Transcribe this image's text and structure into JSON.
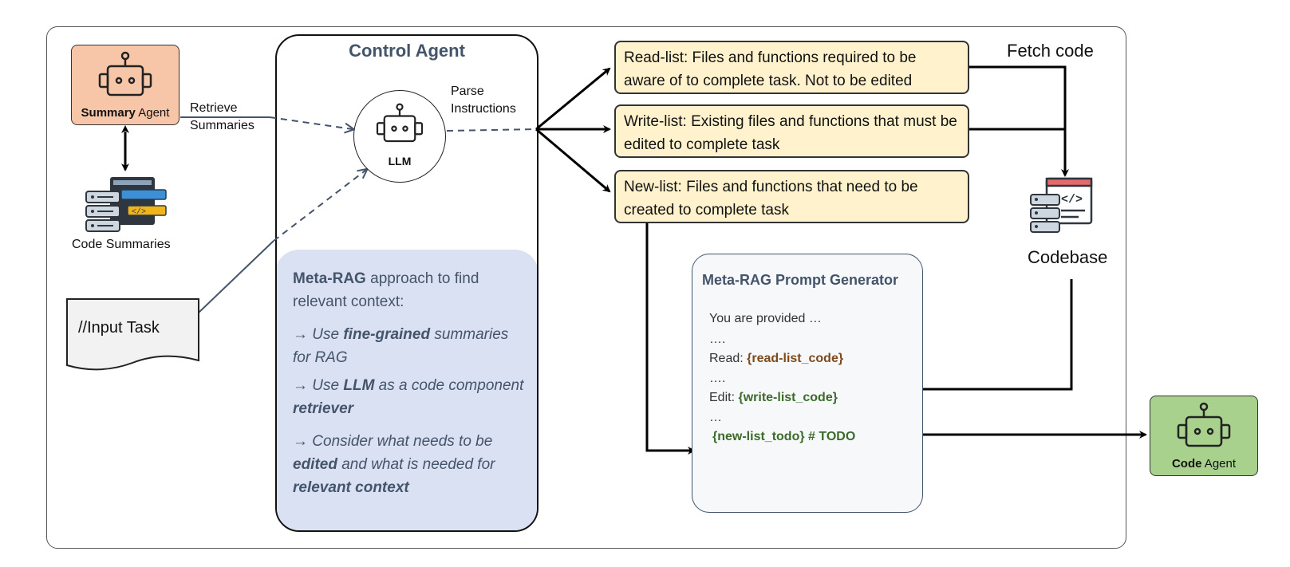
{
  "summary_agent": {
    "label_bold": "Summary",
    "label_rest": " Agent"
  },
  "retrieve_label": [
    "Retrieve",
    "Summaries"
  ],
  "code_summaries_label": "Code Summaries",
  "input_task": "//Input Task",
  "control_agent": {
    "title": "Control Agent",
    "llm_label": "LLM",
    "parse_label": [
      "Parse",
      "Instructions"
    ],
    "meta_rag": {
      "intro_bold": "Meta-RAG",
      "intro_rest": " approach to find relevant context:",
      "bullet1": {
        "pre": "→ Use ",
        "bold": "fine-grained",
        "post": " summaries for RAG"
      },
      "bullet2": {
        "pre": "→ Use ",
        "bold1": "LLM",
        "mid": " as a code component ",
        "bold2": "retriever"
      },
      "bullet3": {
        "pre": "→ Consider what needs to be ",
        "bold1": "edited",
        "mid": " and what is needed for ",
        "bold2": "relevant context"
      }
    }
  },
  "lists": {
    "read": "Read-list: Files and functions required to be aware of to complete task. Not to be edited",
    "write": "Write-list: Existing files and functions that must be edited to complete task",
    "new": "New-list: Files and functions that need to be created to complete task"
  },
  "fetch_code_label": "Fetch code",
  "codebase_label": "Codebase",
  "prompt_generator": {
    "title": "Meta-RAG Prompt Generator",
    "line1": "You are provided …",
    "line2": "….",
    "read_prefix": "Read: ",
    "read_var": "{read-list_code}",
    "line4": "….",
    "edit_prefix": "Edit: ",
    "edit_var": "{write-list_code}",
    "line6": "…",
    "new_var": "{new-list_todo} # TODO"
  },
  "code_agent": {
    "label_bold": "Code",
    "label_rest": " Agent"
  },
  "colors": {
    "summary_agent_fill": "#f7c6a8",
    "code_agent_fill": "#a9d18e",
    "list_fill": "#fff2cc",
    "meta_panel_fill": "#dae1f2",
    "heading": "#44546a"
  }
}
